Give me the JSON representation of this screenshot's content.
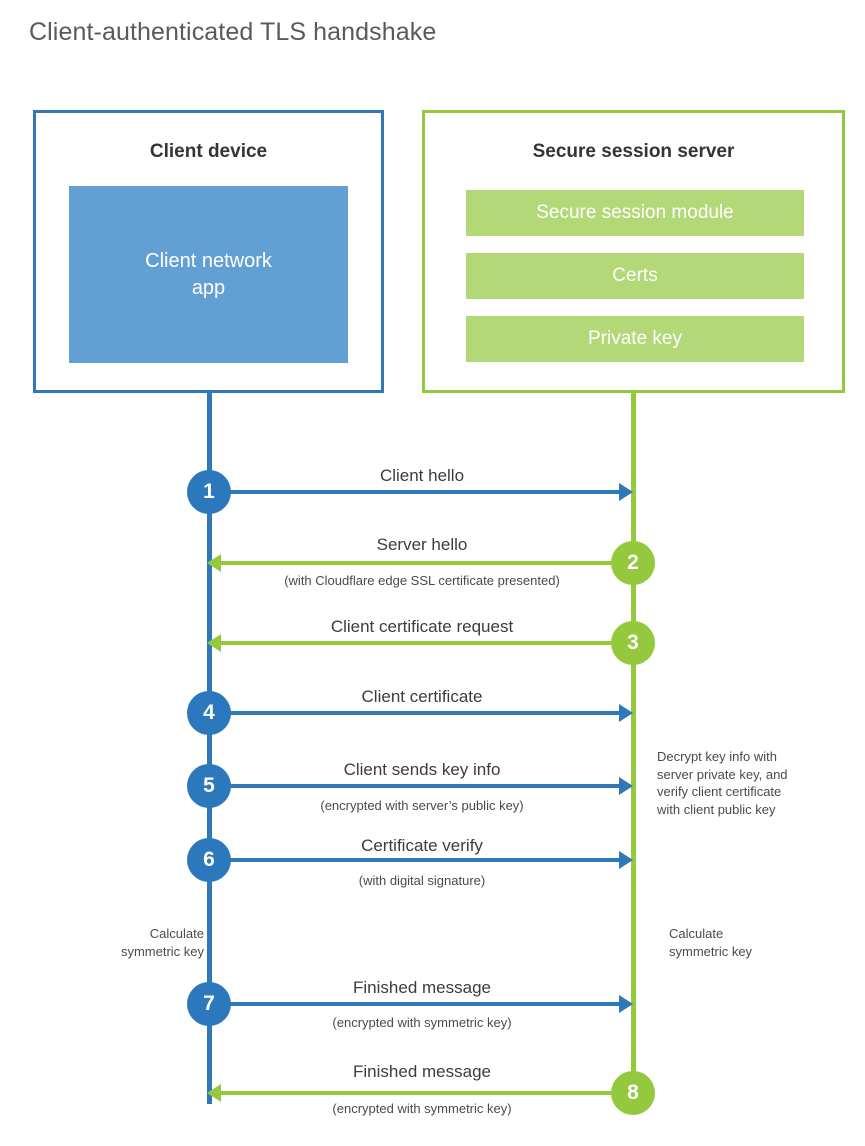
{
  "title": "Client-authenticated TLS handshake",
  "colors": {
    "client_blue": "#3178b9",
    "client_app_fill": "#62a0d4",
    "server_green": "#95c93d",
    "server_bar_fill": "#b3d878",
    "badge_blue": "#2b79bc",
    "badge_green": "#95c93d",
    "title_gray": "#5a5a5a",
    "text_dark": "#343434"
  },
  "client": {
    "title": "Client device",
    "app_label_line1": "Client network",
    "app_label_line2": "app"
  },
  "server": {
    "title": "Secure session server",
    "bars": [
      {
        "label": "Secure session module"
      },
      {
        "label": "Certs"
      },
      {
        "label": "Private key"
      }
    ]
  },
  "steps": [
    {
      "number": "1",
      "label": "Client hello",
      "sublabel": "",
      "direction": "client-to-server",
      "color": "blue"
    },
    {
      "number": "2",
      "label": "Server hello",
      "sublabel": "(with Cloudflare edge SSL certificate presented)",
      "direction": "server-to-client",
      "color": "green"
    },
    {
      "number": "3",
      "label": "Client certificate request",
      "sublabel": "",
      "direction": "server-to-client",
      "color": "green"
    },
    {
      "number": "4",
      "label": "Client certificate",
      "sublabel": "",
      "direction": "client-to-server",
      "color": "blue"
    },
    {
      "number": "5",
      "label": "Client sends key info",
      "sublabel": "(encrypted with server’s public key)",
      "direction": "client-to-server",
      "color": "blue"
    },
    {
      "number": "6",
      "label": "Certificate verify",
      "sublabel": "(with digital signature)",
      "direction": "client-to-server",
      "color": "blue"
    },
    {
      "number": "7",
      "label": "Finished message",
      "sublabel": "(encrypted with symmetric key)",
      "direction": "client-to-server",
      "color": "blue"
    },
    {
      "number": "8",
      "label": "Finished message",
      "sublabel": "(encrypted with symmetric key)",
      "direction": "server-to-client",
      "color": "green"
    }
  ],
  "notes": {
    "decrypt": {
      "line1": "Decrypt key info with",
      "line2": "server private key, and",
      "line3": "verify client certificate",
      "line4": "with client public key"
    },
    "calculate_client": {
      "line1": "Calculate",
      "line2": "symmetric key"
    },
    "calculate_server": {
      "line1": "Calculate",
      "line2": "symmetric key"
    }
  }
}
